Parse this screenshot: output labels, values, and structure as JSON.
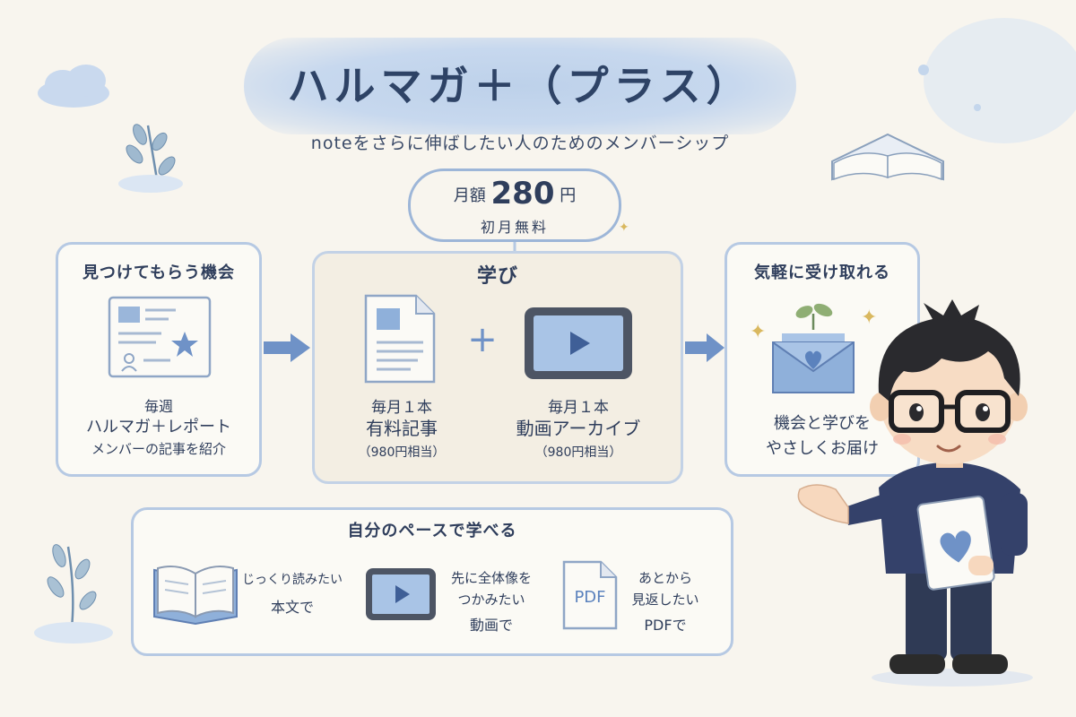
{
  "title": "ハルマガ＋（プラス）",
  "subtitle": "noteをさらに伸ばしたい人のためのメンバーシップ",
  "price": {
    "prefix": "月額",
    "amount": "280",
    "suffix": "円",
    "note": "初月無料"
  },
  "discover": {
    "heading": "見つけてもらう機会",
    "line1": "毎週",
    "line2": "ハルマガ＋レポート",
    "line3": "メンバーの記事を紹介"
  },
  "learn": {
    "heading": "学び",
    "plus": "+",
    "article": {
      "line1": "毎月１本",
      "line2": "有料記事",
      "line3": "（980円相当）"
    },
    "video": {
      "line1": "毎月１本",
      "line2": "動画アーカイブ",
      "line3": "（980円相当）"
    }
  },
  "receive": {
    "heading": "気軽に受け取れる",
    "line1": "機会と学びを",
    "line2": "やさしくお届け"
  },
  "pace": {
    "heading": "自分のペースで学べる",
    "book": [
      "じっくり読みたい",
      "本文で"
    ],
    "video": [
      "先に全体像を",
      "つかみたい",
      "動画で"
    ],
    "pdf": [
      "あとから",
      "見返したい",
      "PDFで"
    ],
    "pdf_icon_label": "PDF"
  },
  "colors": {
    "accent_blue": "#5b82bd",
    "border_blue": "#b6c9e3",
    "text_navy": "#2f3e5c",
    "background": "#f8f5ee"
  },
  "icons": [
    "cloud-icon",
    "leaf-sprig-icon",
    "open-book-icon",
    "sparkle-icon",
    "document-icon",
    "star-icon",
    "user-icon",
    "tablet-play-icon",
    "envelope-heart-icon",
    "seedling-icon",
    "pdf-file-icon",
    "heart-icon"
  ]
}
